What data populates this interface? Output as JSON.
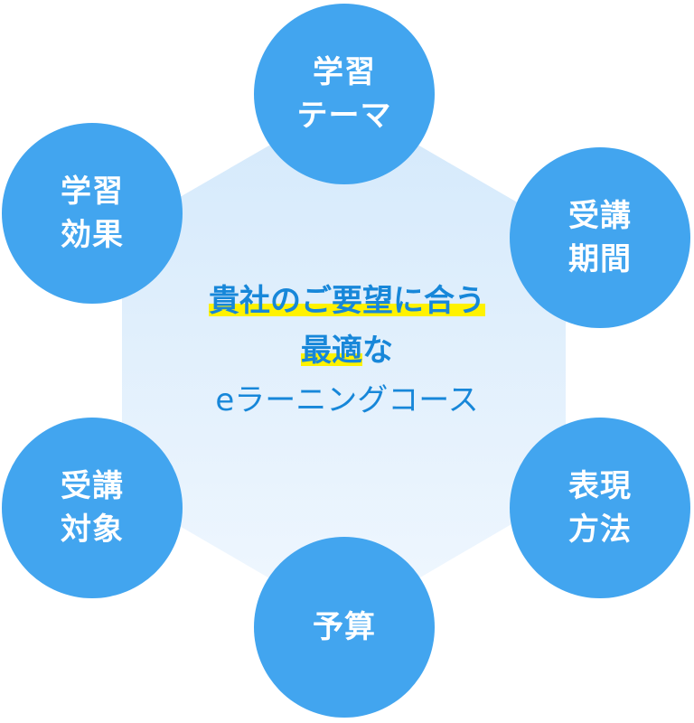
{
  "diagram": {
    "center": {
      "line1": "貴社のご要望に合う",
      "line2_highlight": "最適",
      "line2_rest": "な",
      "line3": "eラーニングコース"
    },
    "nodes": [
      {
        "id": "top",
        "line1": "学習",
        "line2": "テーマ"
      },
      {
        "id": "tr",
        "line1": "受講",
        "line2": "期間"
      },
      {
        "id": "br",
        "line1": "表現",
        "line2": "方法"
      },
      {
        "id": "bottom",
        "line1": "予算",
        "line2": ""
      },
      {
        "id": "bl",
        "line1": "受講",
        "line2": "対象"
      },
      {
        "id": "tl",
        "line1": "学習",
        "line2": "効果"
      }
    ],
    "colors": {
      "node_fill": "#42a5ef",
      "node_text": "#ffffff",
      "center_text": "#1787d9",
      "highlight": "#fff200",
      "hexagon_top": "#d4e9fb",
      "hexagon_bottom": "#eef6fd"
    }
  }
}
